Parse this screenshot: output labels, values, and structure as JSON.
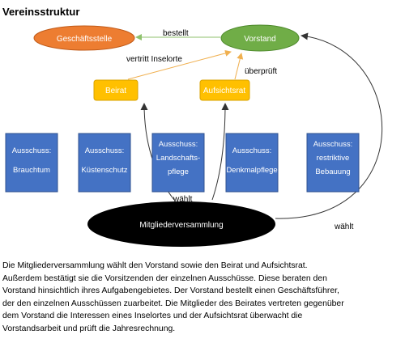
{
  "title": "Vereinsstruktur",
  "nodes": {
    "geschaeftsstelle": "Geschäftsstelle",
    "vorstand": "Vorstand",
    "beirat": "Beirat",
    "aufsichtsrat": "Aufsichtsrat",
    "mitgliederversammlung": "Mitgliederversammlung"
  },
  "committees": [
    [
      "Ausschuss:",
      "Brauchtum"
    ],
    [
      "Ausschuss:",
      "Küstenschutz"
    ],
    [
      "Ausschuss:",
      "Landschafts-",
      "pflege"
    ],
    [
      "Ausschuss:",
      "Denkmalpflege"
    ],
    [
      "Ausschuss:",
      "restriktive",
      "Bebauung"
    ]
  ],
  "edge_labels": {
    "bestellt": "bestellt",
    "vertritt": "vertritt Inselorte",
    "ueberprueft": "überprüft",
    "waehlt_center": "wählt",
    "waehlt_right": "wählt"
  },
  "caption": [
    "Die Mitgliederversammlung wählt den Vorstand sowie den Beirat und Aufsichtsrat.",
    "Außerdem bestätigt sie die Vorsitzenden der einzelnen Ausschüsse. Diese beraten den",
    "Vorstand hinsichtlich ihres Aufgabengebietes. Der Vorstand bestellt einen Geschäftsführer,",
    "der den einzelnen Ausschüssen zuarbeitet. Die Mitglieder des Beirates vertreten gegenüber",
    "dem Vorstand die Interessen eines Inselortes und der Aufsichtsrat überwacht die",
    "Vorstandsarbeit und prüft die Jahresrechnung."
  ],
  "colors": {
    "geschaeftsstelle": "#ed7d31",
    "vorstand": "#70ad47",
    "beirat_aufsichtsrat": "#ffc000",
    "committee": "#4472c4",
    "mitgliederversammlung": "#000000",
    "arrow_green": "#8fc26e",
    "arrow_orange": "#f0b050",
    "arrow_dark": "#333333"
  }
}
